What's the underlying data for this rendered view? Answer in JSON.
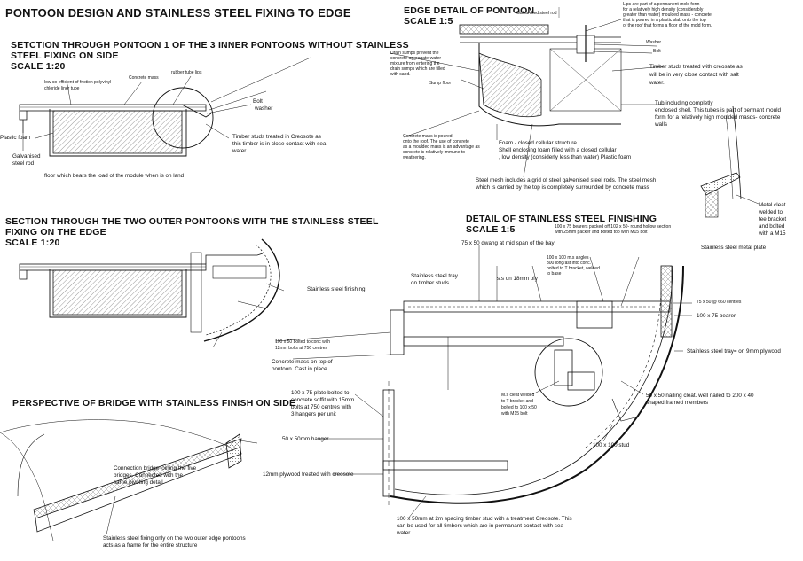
{
  "main_title": "PONTOON DESIGN AND STAINLESS STEEL FIXING TO EDGE",
  "section1": {
    "title": "SETCTION THROUGH PONTOON  1 OF THE 3 INNER PONTOONS WITHOUT STAINLESS",
    "title2": "STEEL FIXING ON SIDE",
    "scale": "SCALE 1:20",
    "labels": {
      "friction": "low co-efficient  of friction polyvinyl",
      "friction2": "chloride liner tube",
      "concrete_mass": "Concrete mass",
      "rubber_tube": "rubber tube lips",
      "bolt": "Bolt",
      "washer": "washer",
      "plastic_foam": "Plastic foam",
      "galv1": "Galvanised",
      "galv2": "steel rod",
      "timber1": "Timber studs treated in Creosote as",
      "timber2": "this timber is in close contact with sea",
      "timber3": "water",
      "floor": "floor which  bears the load of the module when is on land"
    }
  },
  "section2": {
    "title": "SECTION THROUGH THE TWO OUTER PONTOONS WITH THE STAINLESS STEEL",
    "title2": "FIXING ON THE EDGE",
    "scale": "SCALE 1:20",
    "labels": {
      "finishing": "Stainless steel finishing",
      "bolted1": "100 x 50 bolted to conc with",
      "bolted2": "12mm bolts at 750 centres",
      "concmass1": "Concrete mass on top of",
      "concmass2": "pontoon. Cast in place"
    }
  },
  "section3": {
    "title": "PERSPECTIVE OF BRIDGE WITH STAINLESS FINISH ON SIDE",
    "labels": {
      "conn1": "Connection bridge joining the five",
      "conn2": "bridges. Connected with the",
      "conn3": "same pivoting detail",
      "only1": "Stainless steel fixing only on the two outer edge pontoons",
      "only2": "acts as a frame for the entire structure"
    }
  },
  "edge_detail": {
    "title": "EDGE DETAIL OF PONTOON",
    "scale": "SCALE 1:5",
    "labels": {
      "galv_rod": "Galvanised steel rod",
      "lips1": "Lips  are part of a permanent mold form",
      "lips2": "for a relatively high density (considerably",
      "lips3": "greater than water) moulded mass - concrete",
      "lips4": "that is poured in a plastic slab onto the top",
      "lips5": "of the roof that forms a floor of the mold form.",
      "washer": "Washer",
      "bolt": "Bolt",
      "drain1": "Drain sumps prevent the",
      "drain2": "concrete aggregate-water",
      "drain3": "mixture from entering the",
      "drain4": "drain sumps which are filled",
      "drain5": "with sand.",
      "sump": "Sump floor",
      "timber1": "Timber studs treated with creosate as",
      "timber2": "will be in very close contact with salt",
      "timber3": "water.",
      "tub1": "Tub including completly",
      "tub2": "enclosed shell.  This tubes is part of permant mould",
      "tub3": "form for a relatively high moulded masds- concrete",
      "tub4": "walls",
      "poured1": "Concrete mass is poured",
      "poured2": "onto the roof. The use of concrete",
      "poured3": "as a moulded mass is an advantage as",
      "poured4": "concrete is relatively immune to",
      "poured5": "weathering.",
      "foam1": "Foam - closed cellular structure",
      "foam2": "Shell enclosing foam filled with a closed cellular",
      "foam3": ", low density (considerly less than water) Plastic foam",
      "mesh1": "Steel mesh includes a grid of steel galvenised steel rods. The steel mesh",
      "mesh2": "which is carried by the top is completely  surrounded by concrete mass",
      "cleat1": "Metal cleat",
      "cleat2": "welded to",
      "cleat3": "tee bracket",
      "cleat4": "and bolted",
      "cleat5": "with a M15",
      "plate": "Stainless steel metal plate"
    }
  },
  "ss_detail": {
    "title": "DETAIL OF STAINLESS STEEL FINISHING",
    "scale": "SCALE 1:5",
    "labels": {
      "bearers1": "100 x 75 bearers packed off 102 x 50- round hollow section",
      "bearers2": "with 25mm packer and bolted too with M15 bolt",
      "dwang": "75 x 50 dwang at mid span of the bay",
      "angles1": "100 x 100 m.s angles",
      "angles2": "300 long/ast into conc.",
      "angles3": "bolted to T bracket, welded",
      "angles4": "to base",
      "tray1": "Stainless steel tray",
      "tray2": "on timber studs",
      "ply": "s.s on 18mm ply",
      "centres": "75 x 50 @ 660 centres",
      "bearer": "100 x 75 bearer",
      "tray_ply": "Stainless steel tray= on 9mm plywood",
      "cleat1": "M.s cleat welded",
      "cleat2": "to T bracket and",
      "cleat3": "bolted to 100 x 50",
      "cleat4": "with M15 bolt",
      "nailing1": "50 x 50  nailing cleat. well nailed to 200 x 40",
      "nailing2": "shaped framed members",
      "plate1": "100 x 75 plate bolted  to",
      "plate2": "concrete soffit with 15mm",
      "plate3": "bolts at 750 centres with",
      "plate4": "3 hangers per unit",
      "hanger": "50 x 50mm hanger",
      "plywood": "12mm plywood treated with creosote",
      "stud": "100 x 100 stud",
      "spacing1": "100 x 50mm at 2m spacing timber stud with a treatment Creosote. This",
      "spacing2": "can be used for all timbers which are in permanant contact with sea",
      "spacing3": "water"
    }
  }
}
